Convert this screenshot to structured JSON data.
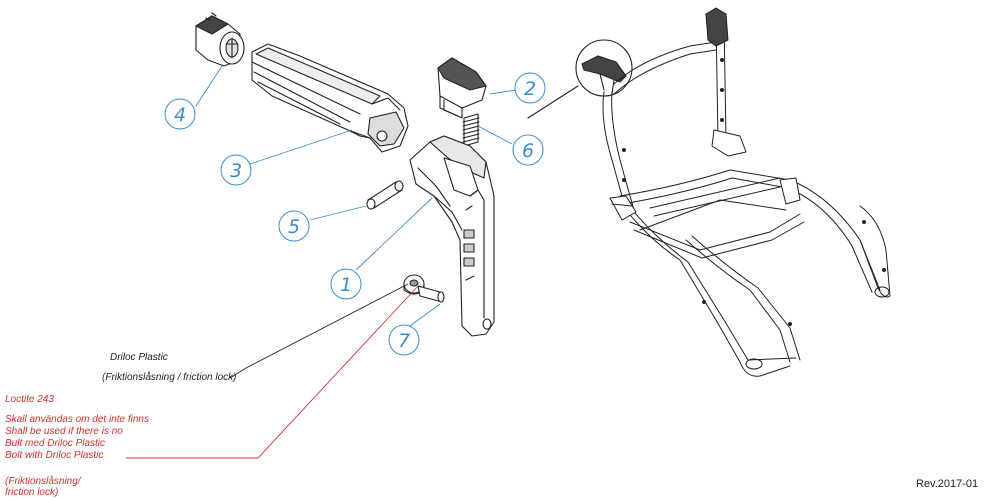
{
  "callouts": {
    "c1": "1",
    "c2": "2",
    "c3": "3",
    "c4": "4",
    "c5": "5",
    "c6": "6",
    "c7": "7"
  },
  "notes": {
    "driloc_line1": "Driloc Plastic",
    "driloc_line2": "(Friktionslåsning / friction lock)",
    "loctite_title": "Loctite 243",
    "loctite_sv1": "Skall användas om det inte finns",
    "loctite_en1": "Shall be used if there is no",
    "loctite_sv2": "Bult med Driloc Plastic",
    "loctite_en2": "Bolt with Driloc Plastic",
    "friction_sv": "(Friktionslåsning/",
    "friction_en": "friction lock)"
  },
  "revision": "Rev.2017-01",
  "colors": {
    "callout": "#3a8ecf",
    "warning_text": "#d8322f",
    "line_art": "#222222"
  }
}
